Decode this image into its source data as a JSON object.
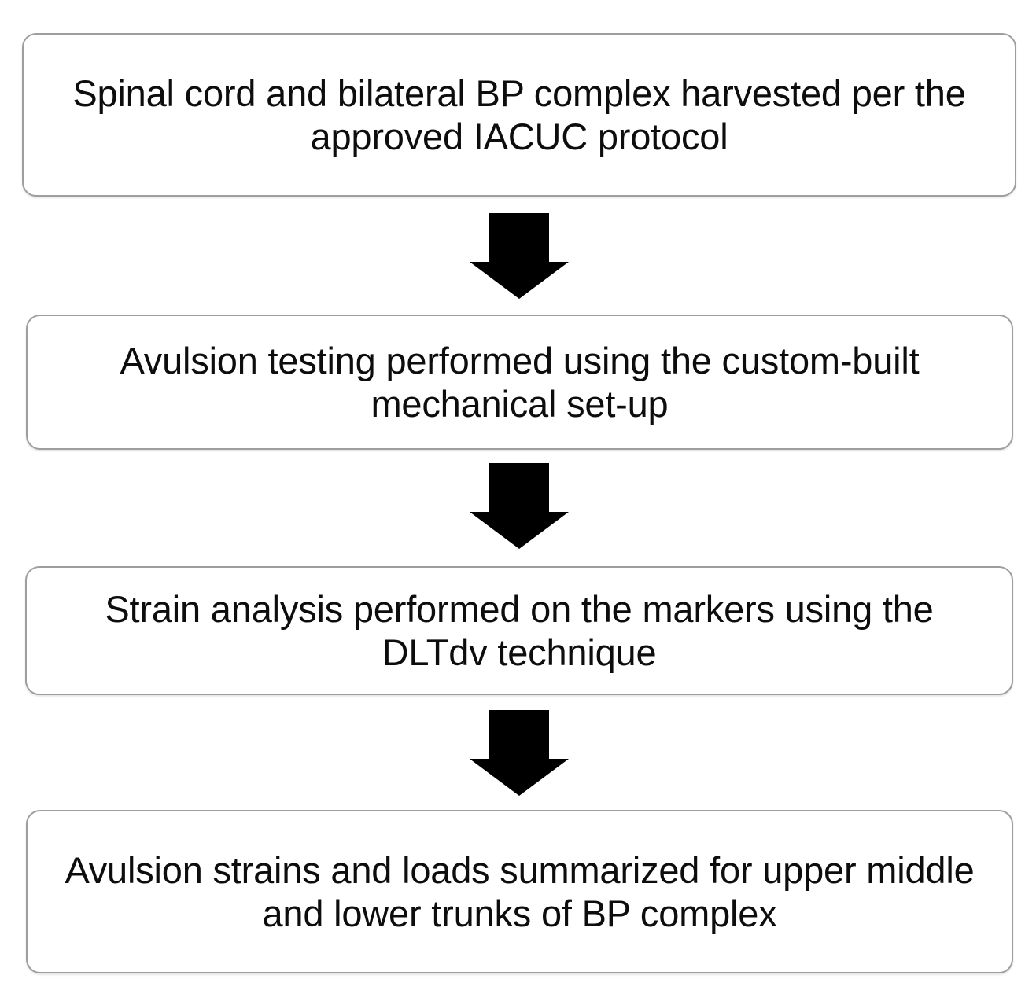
{
  "diagram": {
    "type": "flowchart",
    "orientation": "vertical-top-to-bottom",
    "title": "",
    "style": {
      "box_border_color": "#9e9e9e",
      "box_fill_color": "#ffffff",
      "text_color": "#0d0d0d",
      "arrow_color": "#000000",
      "canvas_background": "#ffffff"
    },
    "nodes": [
      {
        "id": "node-1",
        "step": 1,
        "text": "Spinal cord and bilateral BP complex harvested per the approved IACUC protocol",
        "lines": [
          "Spinal cord and bilateral BP complex harvested per the",
          "approved IACUC protocol"
        ]
      },
      {
        "id": "node-2",
        "step": 2,
        "text": "Avulsion testing performed using the custom-built mechanical set-up",
        "lines": [
          "Avulsion testing performed using the custom-built",
          "mechanical set-up"
        ]
      },
      {
        "id": "node-3",
        "step": 3,
        "text": "Strain analysis performed on the markers using the DLTdv technique",
        "lines": [
          "Strain analysis performed on the markers using the",
          "DLTdv technique"
        ]
      },
      {
        "id": "node-4",
        "step": 4,
        "text": "Avulsion strains and loads summarized for upper middle and lower trunks of BP complex",
        "lines": [
          "Avulsion strains and loads summarized for upper",
          "middle and lower trunks of BP complex"
        ]
      }
    ],
    "connectors": [
      {
        "id": "arrow-1",
        "icon": "arrow-down-icon",
        "from": "node-1",
        "to": "node-2"
      },
      {
        "id": "arrow-2",
        "icon": "arrow-down-icon",
        "from": "node-2",
        "to": "node-3"
      },
      {
        "id": "arrow-3",
        "icon": "arrow-down-icon",
        "from": "node-3",
        "to": "node-4"
      }
    ]
  }
}
